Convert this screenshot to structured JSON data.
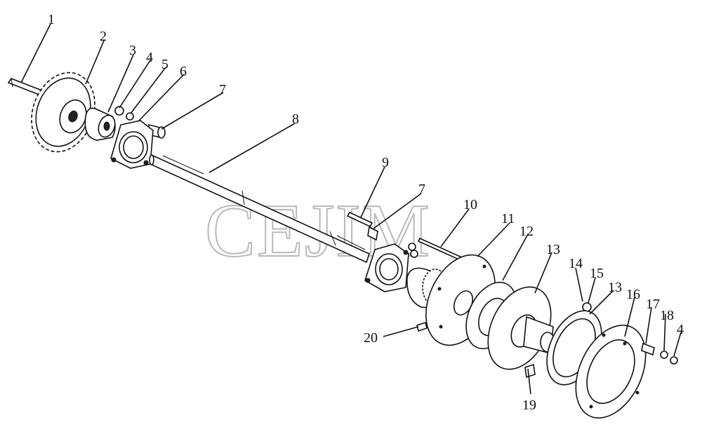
{
  "watermark": "CEJIM",
  "callouts": [
    "1",
    "2",
    "3",
    "4",
    "5",
    "6",
    "7",
    "8",
    "9",
    "7",
    "10",
    "11",
    "12",
    "13",
    "14",
    "15",
    "13",
    "16",
    "17",
    "18",
    "4",
    "19",
    "20"
  ],
  "colors": {
    "ink": "#111111",
    "watermark": "#b9b9b9",
    "background": "#ffffff"
  }
}
